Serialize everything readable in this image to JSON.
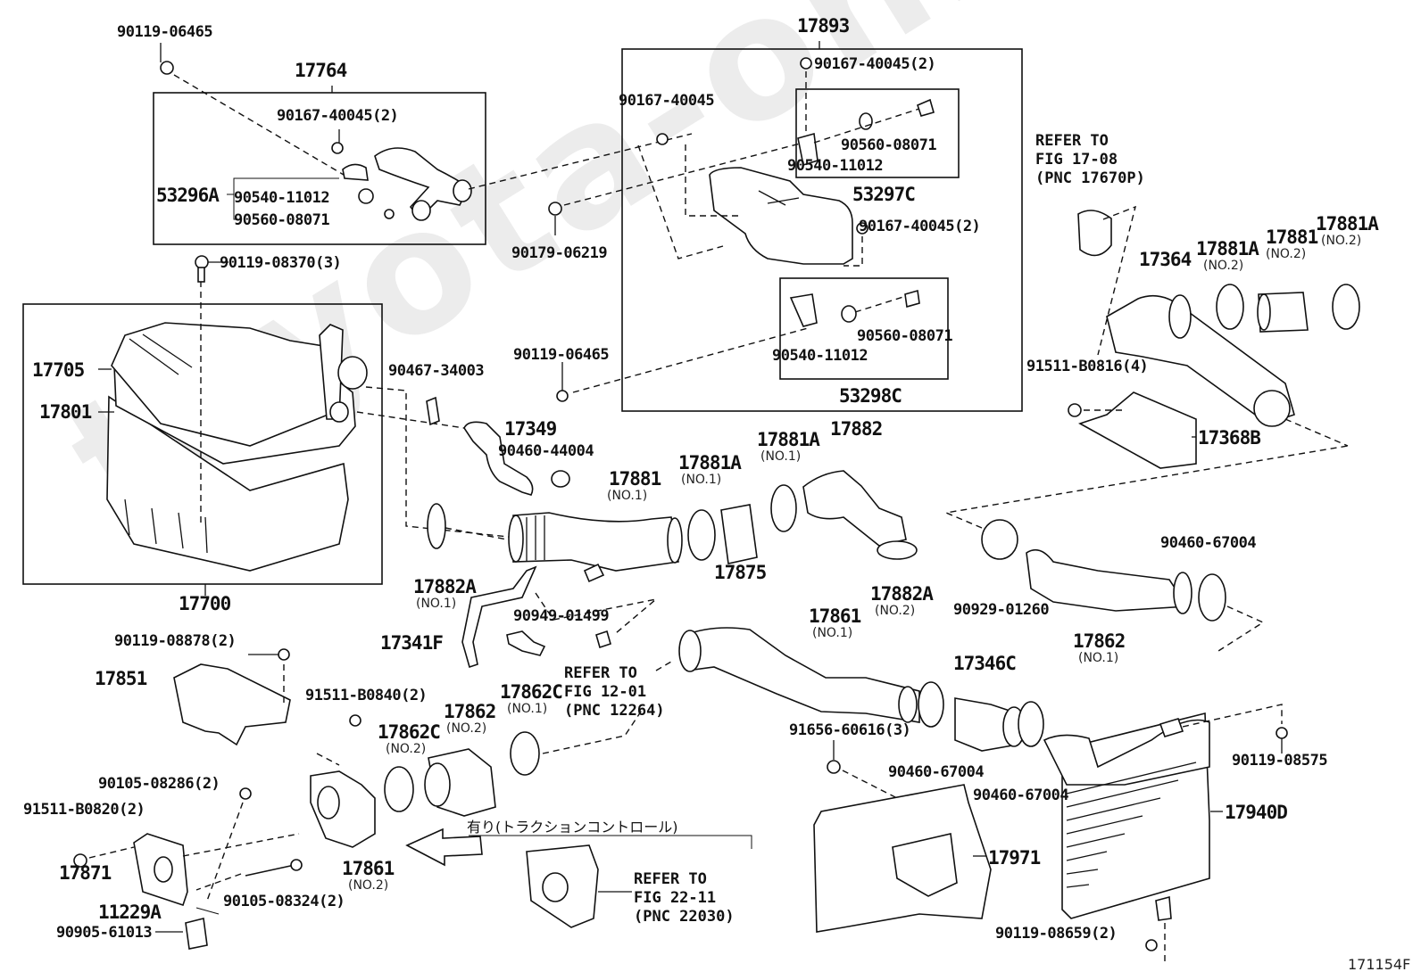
{
  "figure_id": "171154F",
  "watermark": "toyota-online.ru",
  "colors": {
    "ink": "#111111",
    "background": "#ffffff",
    "watermark": "#ececec"
  },
  "groups": {
    "g17764": "17764",
    "g17893": "17893",
    "g53296A": "53296A",
    "g53297C": "53297C",
    "g53298C": "53298C",
    "g17700": "17700"
  },
  "labels": {
    "p90119_06465_a": "90119-06465",
    "p90167_40045_2_a": "90167-40045(2)",
    "p90540_11012_a": "90540-11012",
    "p90560_08071_a": "90560-08071",
    "p90119_08370_3": "90119-08370(3)",
    "p90167_40045_2_b": "90167-40045(2)",
    "p90167_40045": "90167-40045",
    "p90560_08071_b": "90560-08071",
    "p90540_11012_b": "90540-11012",
    "p90167_40045_2_c": "90167-40045(2)",
    "p90179_06219": "90179-06219",
    "p90560_08071_c": "90560-08071",
    "p90540_11012_c": "90540-11012",
    "p90119_06465_b": "90119-06465",
    "p17705": "17705",
    "p17801": "17801",
    "p90467_34003": "90467-34003",
    "p17349": "17349",
    "p90460_44004": "90460-44004",
    "p17881_no1": "17881",
    "p17881A_no1_a": "17881A",
    "p17881A_no1_b": "17881A",
    "p17882": "17882",
    "p17875": "17875",
    "p17882A_no1": "17882A",
    "p17882A_no2": "17882A",
    "p90949_01499": "90949-01499",
    "p17341F": "17341F",
    "p17364": "17364",
    "p17881A_no2_a": "17881A",
    "p17881_no2": "17881",
    "p17881A_no2_b": "17881A",
    "p91511_B0816_4": "91511-B0816(4)",
    "p17368B": "17368B",
    "p90929_01260": "90929-01260",
    "p90460_67004_a": "90460-67004",
    "p17862_no1": "17862",
    "p17861_no1": "17861",
    "p17346C": "17346C",
    "p91656_60616_3": "91656-60616(3)",
    "p90460_67004_b": "90460-67004",
    "p90460_67004_c": "90460-67004",
    "p90119_08575": "90119-08575",
    "p17940D": "17940D",
    "p17971": "17971",
    "p90119_08659_2": "90119-08659(2)",
    "p90119_08878_2": "90119-08878(2)",
    "p17851": "17851",
    "p91511_B0840_2": "91511-B0840(2)",
    "p17862C_no2": "17862C",
    "p17862_no2": "17862",
    "p17862C_no1": "17862C",
    "p90105_08286_2": "90105-08286(2)",
    "p91511_B0820_2": "91511-B0820(2)",
    "p17871": "17871",
    "p17861_no2": "17861",
    "p11229A": "11229A",
    "p90105_08324_2": "90105-08324(2)",
    "p90905_61013": "90905-61013"
  },
  "subs": {
    "no1": "(NO.1)",
    "no2": "(NO.2)"
  },
  "refers": {
    "fig_17_08": "REFER TO\nFIG 17-08\n(PNC 17670P)",
    "fig_12_01": "REFER TO\nFIG 12-01\n(PNC 12264)",
    "fig_22_11": "REFER TO\nFIG 22-11\n(PNC 22030)"
  },
  "notes": {
    "traction_control": "有り(トラクションコントロール)"
  }
}
